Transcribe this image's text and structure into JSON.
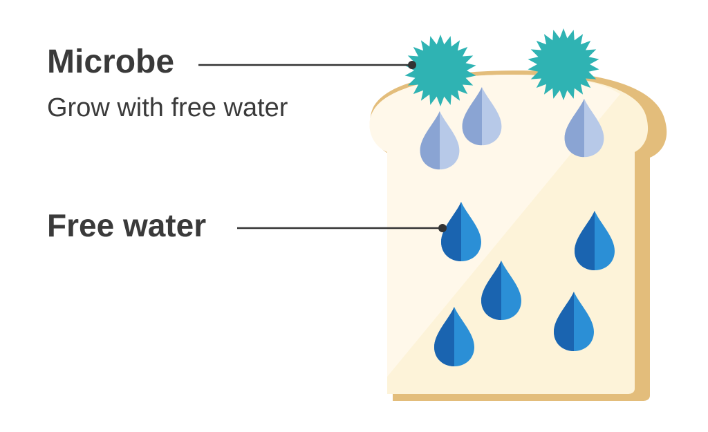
{
  "labels": {
    "microbe_title": "Microbe",
    "microbe_description": "Grow with free water",
    "free_water_title": "Free water"
  },
  "colors": {
    "text": "#3a3a3a",
    "bread_crust": "#e3bd7b",
    "bread_inner": "#fdf6e2",
    "bread_inner_light": "#fffaee",
    "microbe": "#2fb3b3",
    "bound_water_light": "#b7c9e8",
    "bound_water_dark": "#8aa4d3",
    "free_water_light": "#2b8fd6",
    "free_water_dark": "#1a64b0",
    "leader_line": "#333333"
  },
  "icons": {
    "microbe": "microbe-icon",
    "bound_water": "water-drop-light-icon",
    "free_water": "water-drop-icon",
    "bread": "bread-slice-icon"
  }
}
